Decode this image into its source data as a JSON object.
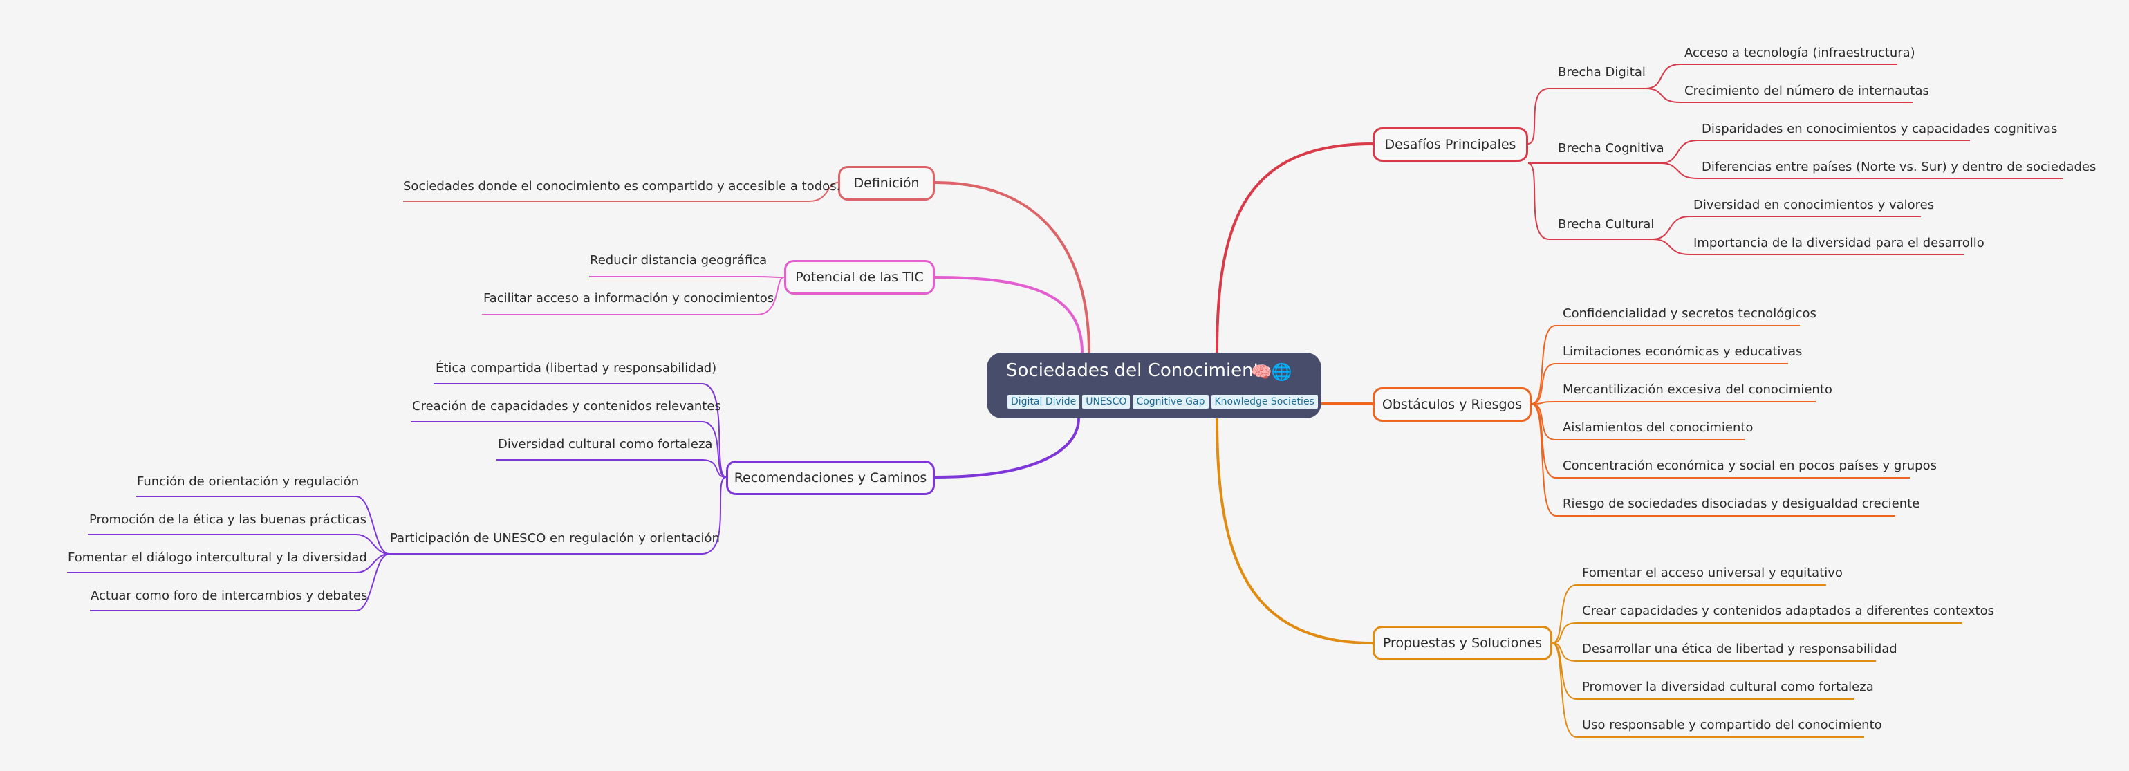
{
  "root": {
    "title": "Sociedades del Conocimiento",
    "emoji": "🧠🌐",
    "tags": [
      "Digital Divide",
      "UNESCO",
      "Cognitive Gap",
      "Knowledge Societies"
    ]
  },
  "branches": {
    "desafios": {
      "label": "Desafíos Principales",
      "color": "#d93a4a",
      "groups": [
        {
          "label": "Brecha Digital",
          "items": [
            "Acceso a tecnología (infraestructura)",
            "Crecimiento del número de internautas"
          ]
        },
        {
          "label": "Brecha Cognitiva",
          "items": [
            "Disparidades en conocimientos y capacidades cognitivas",
            "Diferencias entre países (Norte vs. Sur) y dentro de sociedades"
          ]
        },
        {
          "label": "Brecha Cultural",
          "items": [
            "Diversidad en conocimientos y valores",
            "Importancia de la diversidad para el desarrollo"
          ]
        }
      ]
    },
    "obstaculos": {
      "label": "Obstáculos y Riesgos",
      "color": "#ee6520",
      "items": [
        "Confidencialidad y secretos tecnológicos",
        "Limitaciones económicas y educativas",
        "Mercantilización excesiva del conocimiento",
        "Aislamientos del conocimiento",
        "Concentración económica y social en pocos países y grupos",
        "Riesgo de sociedades disociadas y desigualdad creciente"
      ]
    },
    "propuestas": {
      "label": "Propuestas y Soluciones",
      "color": "#e08c12",
      "items": [
        "Fomentar el acceso universal y equitativo",
        "Crear capacidades y contenidos adaptados a diferentes contextos",
        "Desarrollar una ética de libertad y responsabilidad",
        "Promover la diversidad cultural como fortaleza",
        "Uso responsable y compartido del conocimiento"
      ]
    },
    "definicion": {
      "label": "Definición",
      "color": "#dc6468",
      "items": [
        "Sociedades donde el conocimiento es compartido y accesible a todos."
      ]
    },
    "potencial": {
      "label": "Potencial de las TIC",
      "color": "#e35ecf",
      "items": [
        "Reducir distancia geográfica",
        "Facilitar acceso a información y conocimientos"
      ]
    },
    "recomendaciones": {
      "label": "Recomendaciones y Caminos",
      "color": "#7f36d8",
      "items": [
        "Ética compartida (libertad y responsabilidad)",
        "Creación de capacidades y contenidos relevantes",
        "Diversidad cultural como fortaleza"
      ],
      "group": {
        "label": "Participación de UNESCO en regulación y orientación",
        "items": [
          "Función de orientación y regulación",
          "Promoción de la ética y las buenas prácticas",
          "Fomentar el diálogo intercultural y la diversidad",
          "Actuar como foro de intercambios y debates"
        ]
      }
    }
  }
}
